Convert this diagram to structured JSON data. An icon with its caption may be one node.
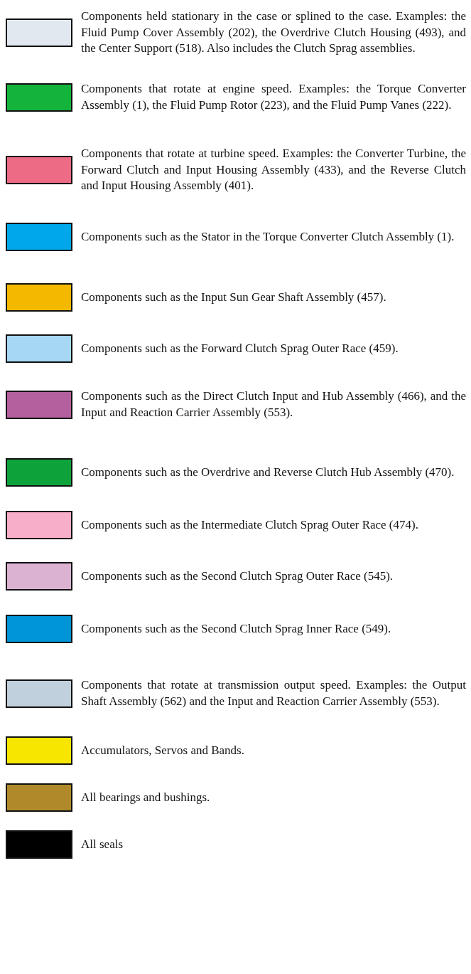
{
  "diagram": {
    "legend": [
      {
        "text": "Components held stationary in the case or splined to the case. Examples: the Fluid Pump Cover Assembly (202), the Overdrive Clutch Housing (493), and the Center Support (518). Also includes the Clutch Sprag assemblies.",
        "color": "#e2e8ef"
      },
      {
        "text": "Components that rotate at engine speed. Examples: the Torque Converter Assembly (1), the Fluid Pump Rotor (223), and the Fluid Pump Vanes (222).",
        "color": "#14b43c"
      },
      {
        "text": "Components that rotate at turbine speed. Examples: the Converter Turbine, the Forward Clutch and Input Housing Assembly (433), and the Reverse Clutch and Input Housing Assembly (401).",
        "color": "#ee6b85"
      },
      {
        "text": "Components such as the Stator in the Torque Converter Clutch Assembly (1).",
        "color": "#00a7ea"
      },
      {
        "text": "Components such as the Input Sun Gear Shaft Assembly (457).",
        "color": "#f5b800"
      },
      {
        "text": "Components such as the Forward Clutch Sprag Outer Race (459).",
        "color": "#a6d8f4"
      },
      {
        "text": "Components such as the Direct Clutch Input and Hub Assembly (466), and the Input and Reaction Carrier Assembly (553).",
        "color": "#b45f9e"
      },
      {
        "text": "Components such as the Overdrive and Reverse Clutch Hub Assembly (470).",
        "color": "#0ea33a"
      },
      {
        "text": "Components such as the Intermediate Clutch Sprag Outer Race (474).",
        "color": "#f7aec8"
      },
      {
        "text": "Components such as the Second Clutch Sprag Outer Race (545).",
        "color": "#dcb2d2"
      },
      {
        "text": "Components such as the Second Clutch Sprag Inner Race (549).",
        "color": "#0095d6"
      },
      {
        "text": "Components that rotate at transmission output speed. Examples: the Output Shaft Assembly (562) and the Input and Reaction Carrier Assembly (553).",
        "color": "#c0d0dc"
      },
      {
        "text": "Accumulators, Servos and Bands.",
        "color": "#f7e600"
      },
      {
        "text": "All bearings and bushings.",
        "color": "#b08a2a"
      },
      {
        "text": "All seals",
        "color": "#000000"
      }
    ]
  }
}
